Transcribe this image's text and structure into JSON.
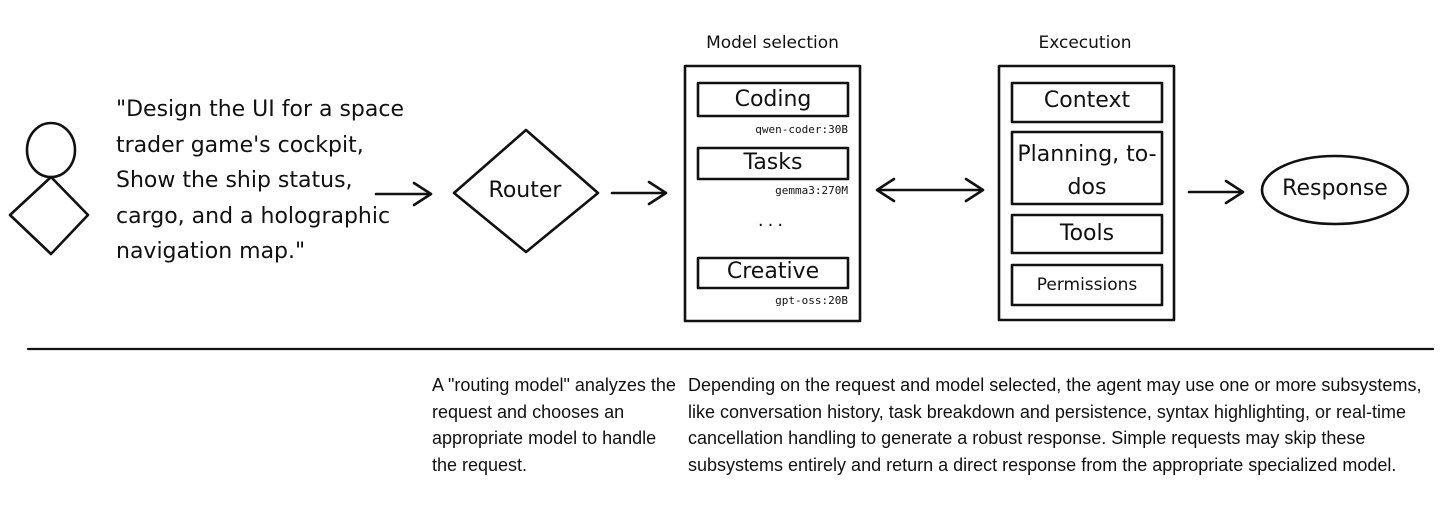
{
  "user_prompt": "\"Design the UI for a space trader game's cockpit, Show the ship status, cargo, and a holographic navigation map.\"",
  "router": {
    "label": "Router"
  },
  "model_selection": {
    "title": "Model selection",
    "items": [
      {
        "label": "Coding",
        "model": "qwen-coder:30B"
      },
      {
        "label": "Tasks",
        "model": "gemma3:270M"
      },
      {
        "label": "Creative",
        "model": "gpt-oss:20B"
      }
    ],
    "ellipsis": "..."
  },
  "execution": {
    "title": "Excecution",
    "items": [
      {
        "label": "Context"
      },
      {
        "label": "Planning, to-dos"
      },
      {
        "label": "Tools"
      },
      {
        "label": "Permissions"
      }
    ]
  },
  "response": {
    "label": "Response"
  },
  "notes": {
    "routing": "A \"routing model\" analyzes the request and chooses an appropriate model to handle the request.",
    "execution": "Depending on the request and model selected, the agent may use one or more subsystems, like conversation history, task breakdown and persistence, syntax highlighting, or real-time cancellation handling to generate a robust response. Simple requests may skip these subsystems entirely and return a direct response from the appropriate specialized model."
  }
}
